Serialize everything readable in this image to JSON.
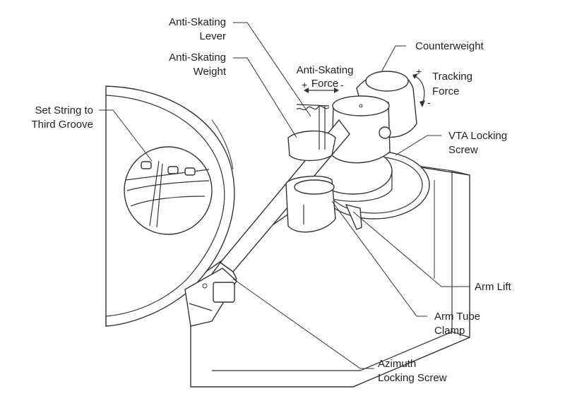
{
  "labels": {
    "anti_skating_lever_1": "Anti-Skating",
    "anti_skating_lever_2": "Lever",
    "anti_skating_weight_1": "Anti-Skating",
    "anti_skating_weight_2": "Weight",
    "anti_skating_force_1": "Anti-Skating",
    "anti_skating_force_2": "Force",
    "counterweight": "Counterweight",
    "tracking_force_1": "Tracking",
    "tracking_force_2": "Force",
    "set_string_1": "Set String to",
    "set_string_2": "Third Groove",
    "vta_locking_1": "VTA Locking",
    "vta_locking_2": "Screw",
    "arm_lift": "Arm Lift",
    "arm_tube_clamp_1": "Arm Tube",
    "arm_tube_clamp_2": "Clamp",
    "azimuth_1": "Azimuth",
    "azimuth_2": "Locking Screw"
  },
  "symbols": {
    "plus": "+",
    "minus": "-"
  }
}
